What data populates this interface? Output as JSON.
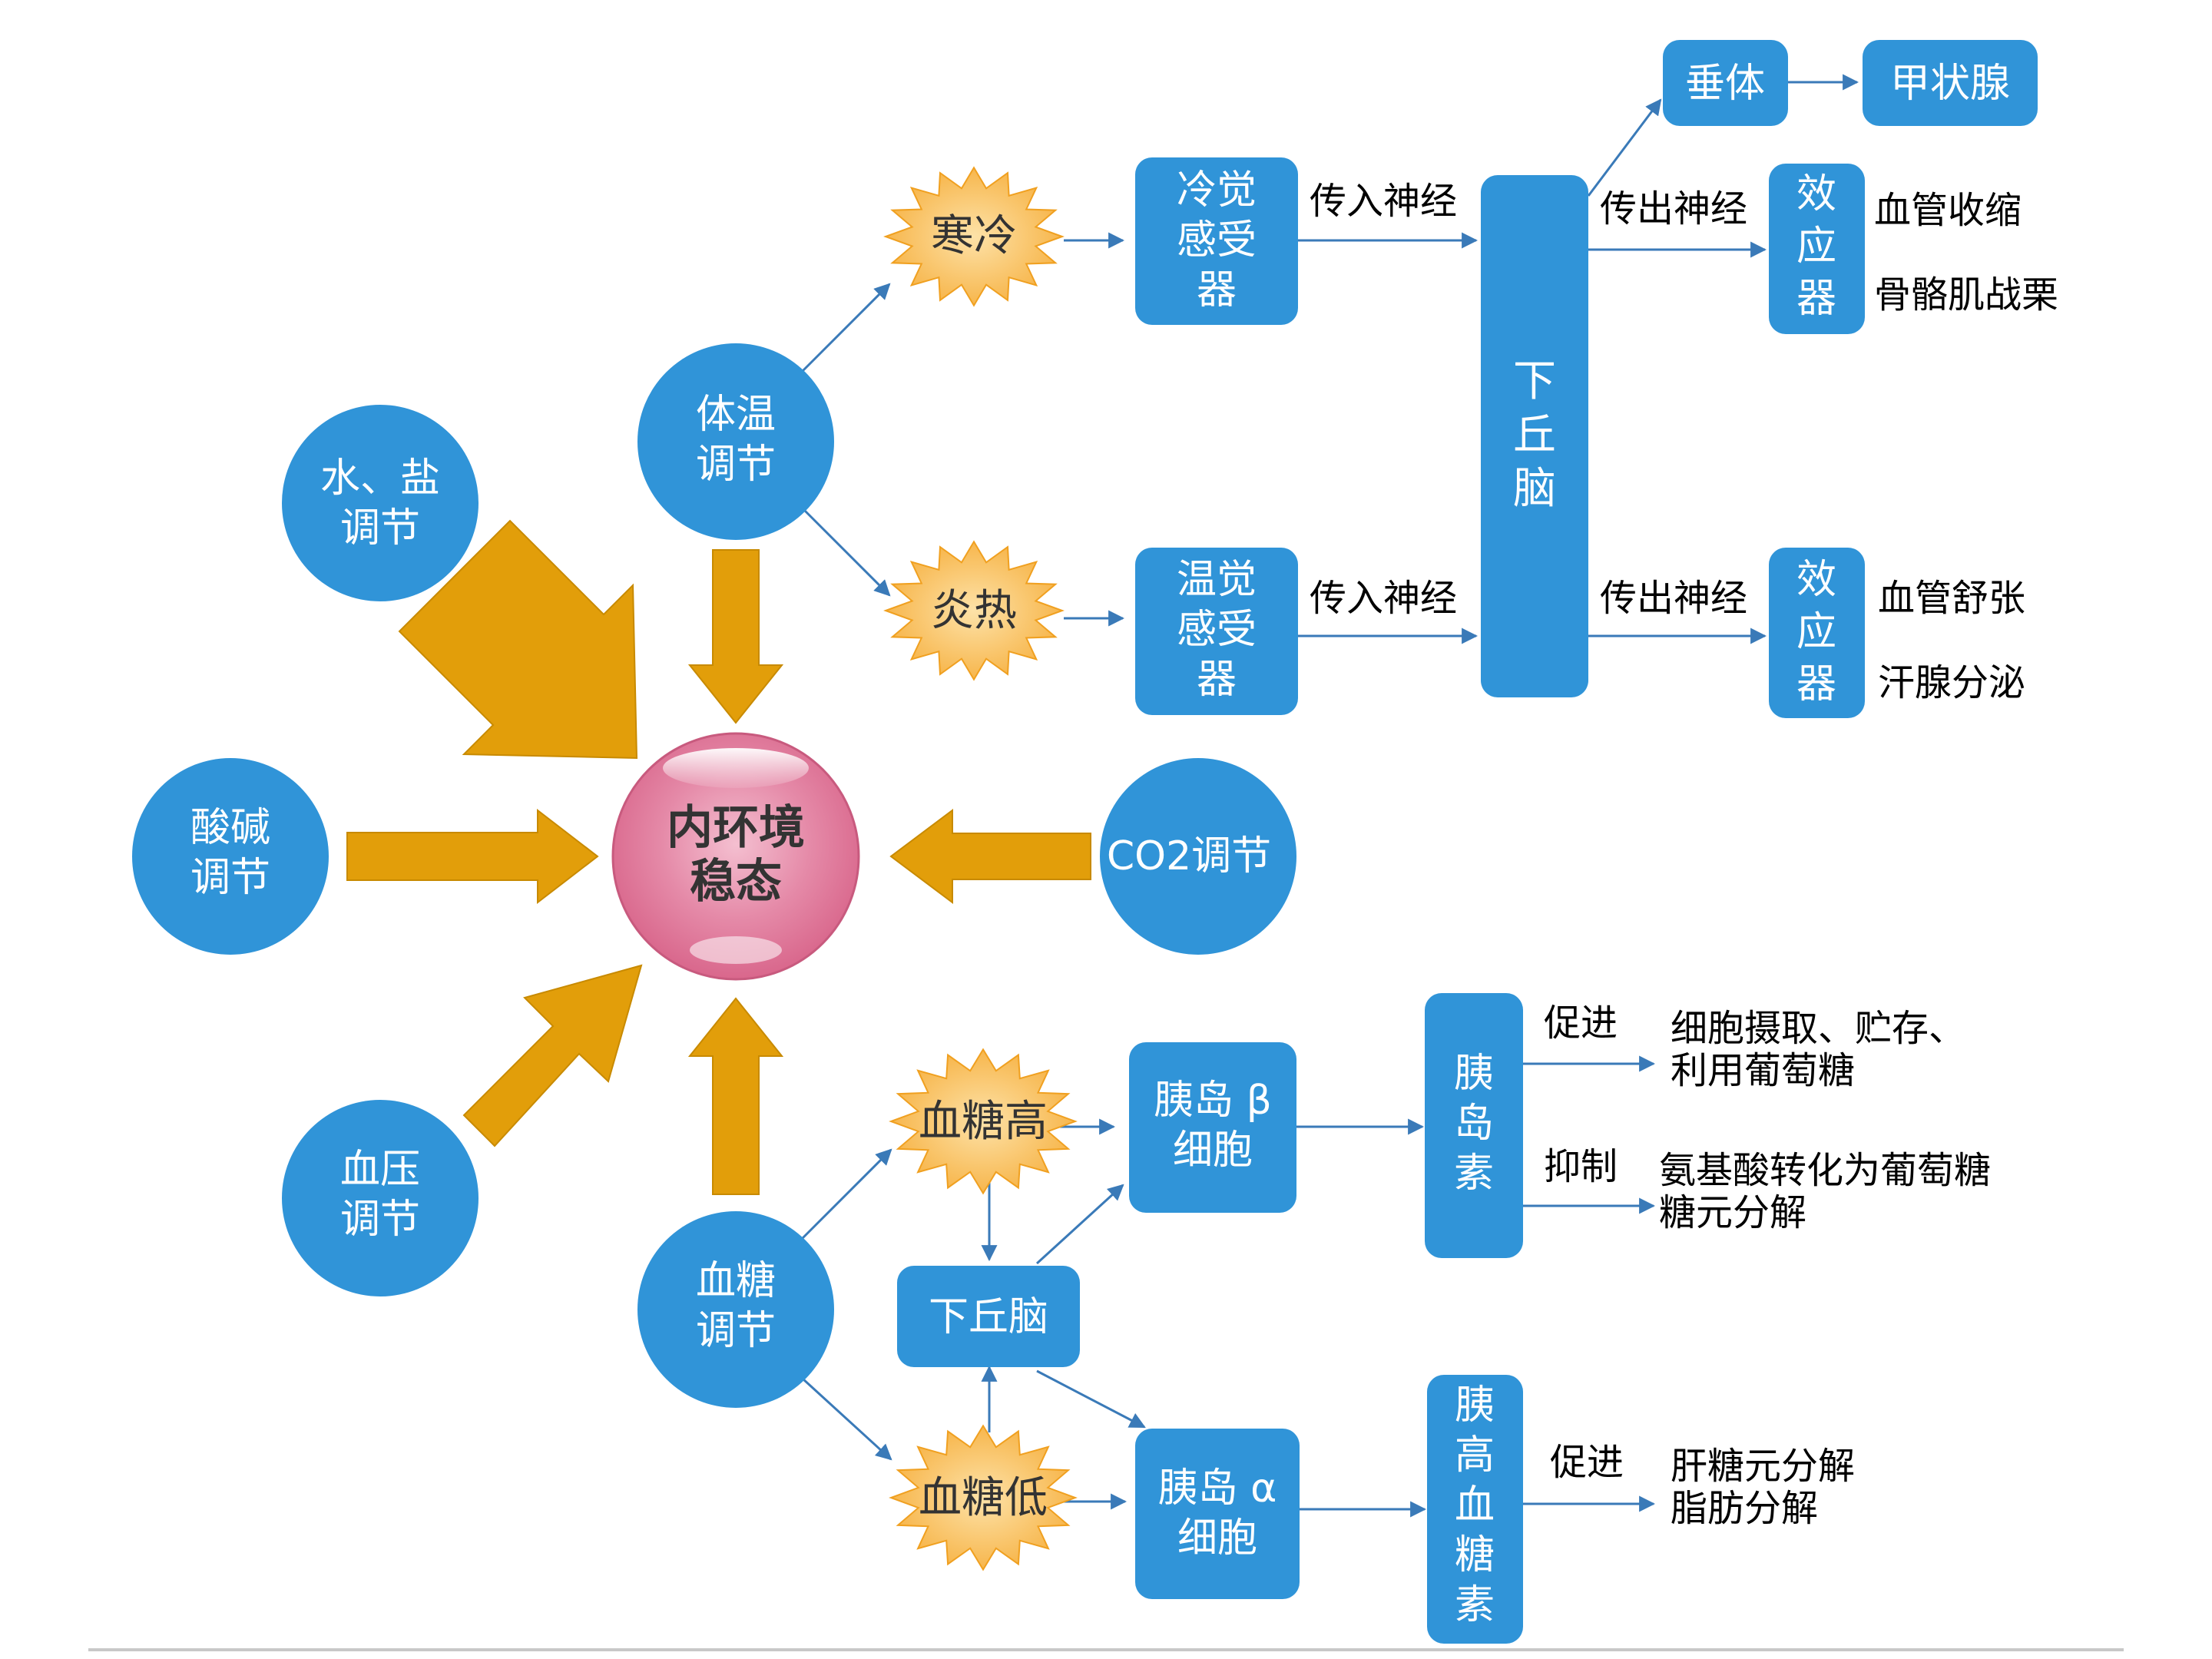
{
  "center": {
    "line1": "内环境",
    "line2": "稳态"
  },
  "regulators": {
    "water_salt": {
      "line1": "水、盐",
      "line2": "调节"
    },
    "acid_base": {
      "line1": "酸碱",
      "line2": "调节"
    },
    "blood_pressure": {
      "line1": "血压",
      "line2": "调节"
    },
    "co2": {
      "label": "CO2调节"
    },
    "body_temp": {
      "line1": "体温",
      "line2": "调节"
    },
    "blood_sugar": {
      "line1": "血糖",
      "line2": "调节"
    }
  },
  "temperature": {
    "cold": "寒冷",
    "hot": "炎热",
    "cold_receptor": [
      "冷觉",
      "感受",
      "器"
    ],
    "warm_receptor": [
      "温觉",
      "感受",
      "器"
    ],
    "afferent_top": "传入神经",
    "afferent_bottom": "传入神经",
    "hypothalamus": [
      "下",
      "丘",
      "脑"
    ],
    "efferent_top": "传出神经",
    "efferent_bottom": "传出神经",
    "pituitary": "垂体",
    "thyroid": "甲状腺",
    "effector_top": [
      "效",
      "应",
      "器"
    ],
    "effector_bottom": [
      "效",
      "应",
      "器"
    ],
    "cold_effects": [
      "血管收缩",
      "骨骼肌战栗"
    ],
    "hot_effects": [
      "血管舒张",
      "汗腺分泌"
    ]
  },
  "glucose": {
    "high": "血糖高",
    "low": "血糖低",
    "hypothalamus": "下丘脑",
    "beta_cell": [
      "胰岛 β",
      "细胞"
    ],
    "alpha_cell": [
      "胰岛 α",
      "细胞"
    ],
    "insulin": [
      "胰",
      "岛",
      "素"
    ],
    "glucagon": [
      "胰",
      "高",
      "血",
      "糖",
      "素"
    ],
    "promote_1": "促进",
    "inhibit": "抑制",
    "promote_2": "促进",
    "insulin_promote_effects": [
      "细胞摄取、贮存、",
      "利用葡萄糖"
    ],
    "insulin_inhibit_effects": [
      "氨基酸转化为葡萄糖",
      "糖元分解"
    ],
    "glucagon_effects": [
      "肝糖元分解",
      "脂肪分解"
    ]
  },
  "colors": {
    "node_blue": "#3094d8",
    "arrow_orange": "#e29e0a",
    "burst_orange": "#fbc56a",
    "center_pink": "#e07a9c",
    "line_blue": "#3a7ab8"
  }
}
